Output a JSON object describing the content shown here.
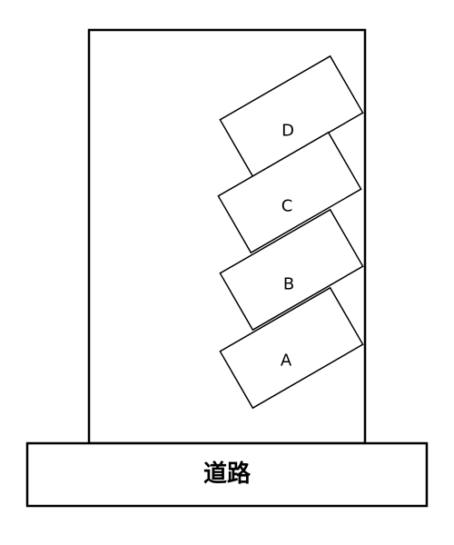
{
  "road": {
    "label": "道路"
  },
  "parking_spaces": [
    {
      "id": "space-d",
      "label": "D"
    },
    {
      "id": "space-c",
      "label": "C"
    },
    {
      "id": "space-b",
      "label": "B"
    },
    {
      "id": "space-a",
      "label": "A"
    }
  ]
}
